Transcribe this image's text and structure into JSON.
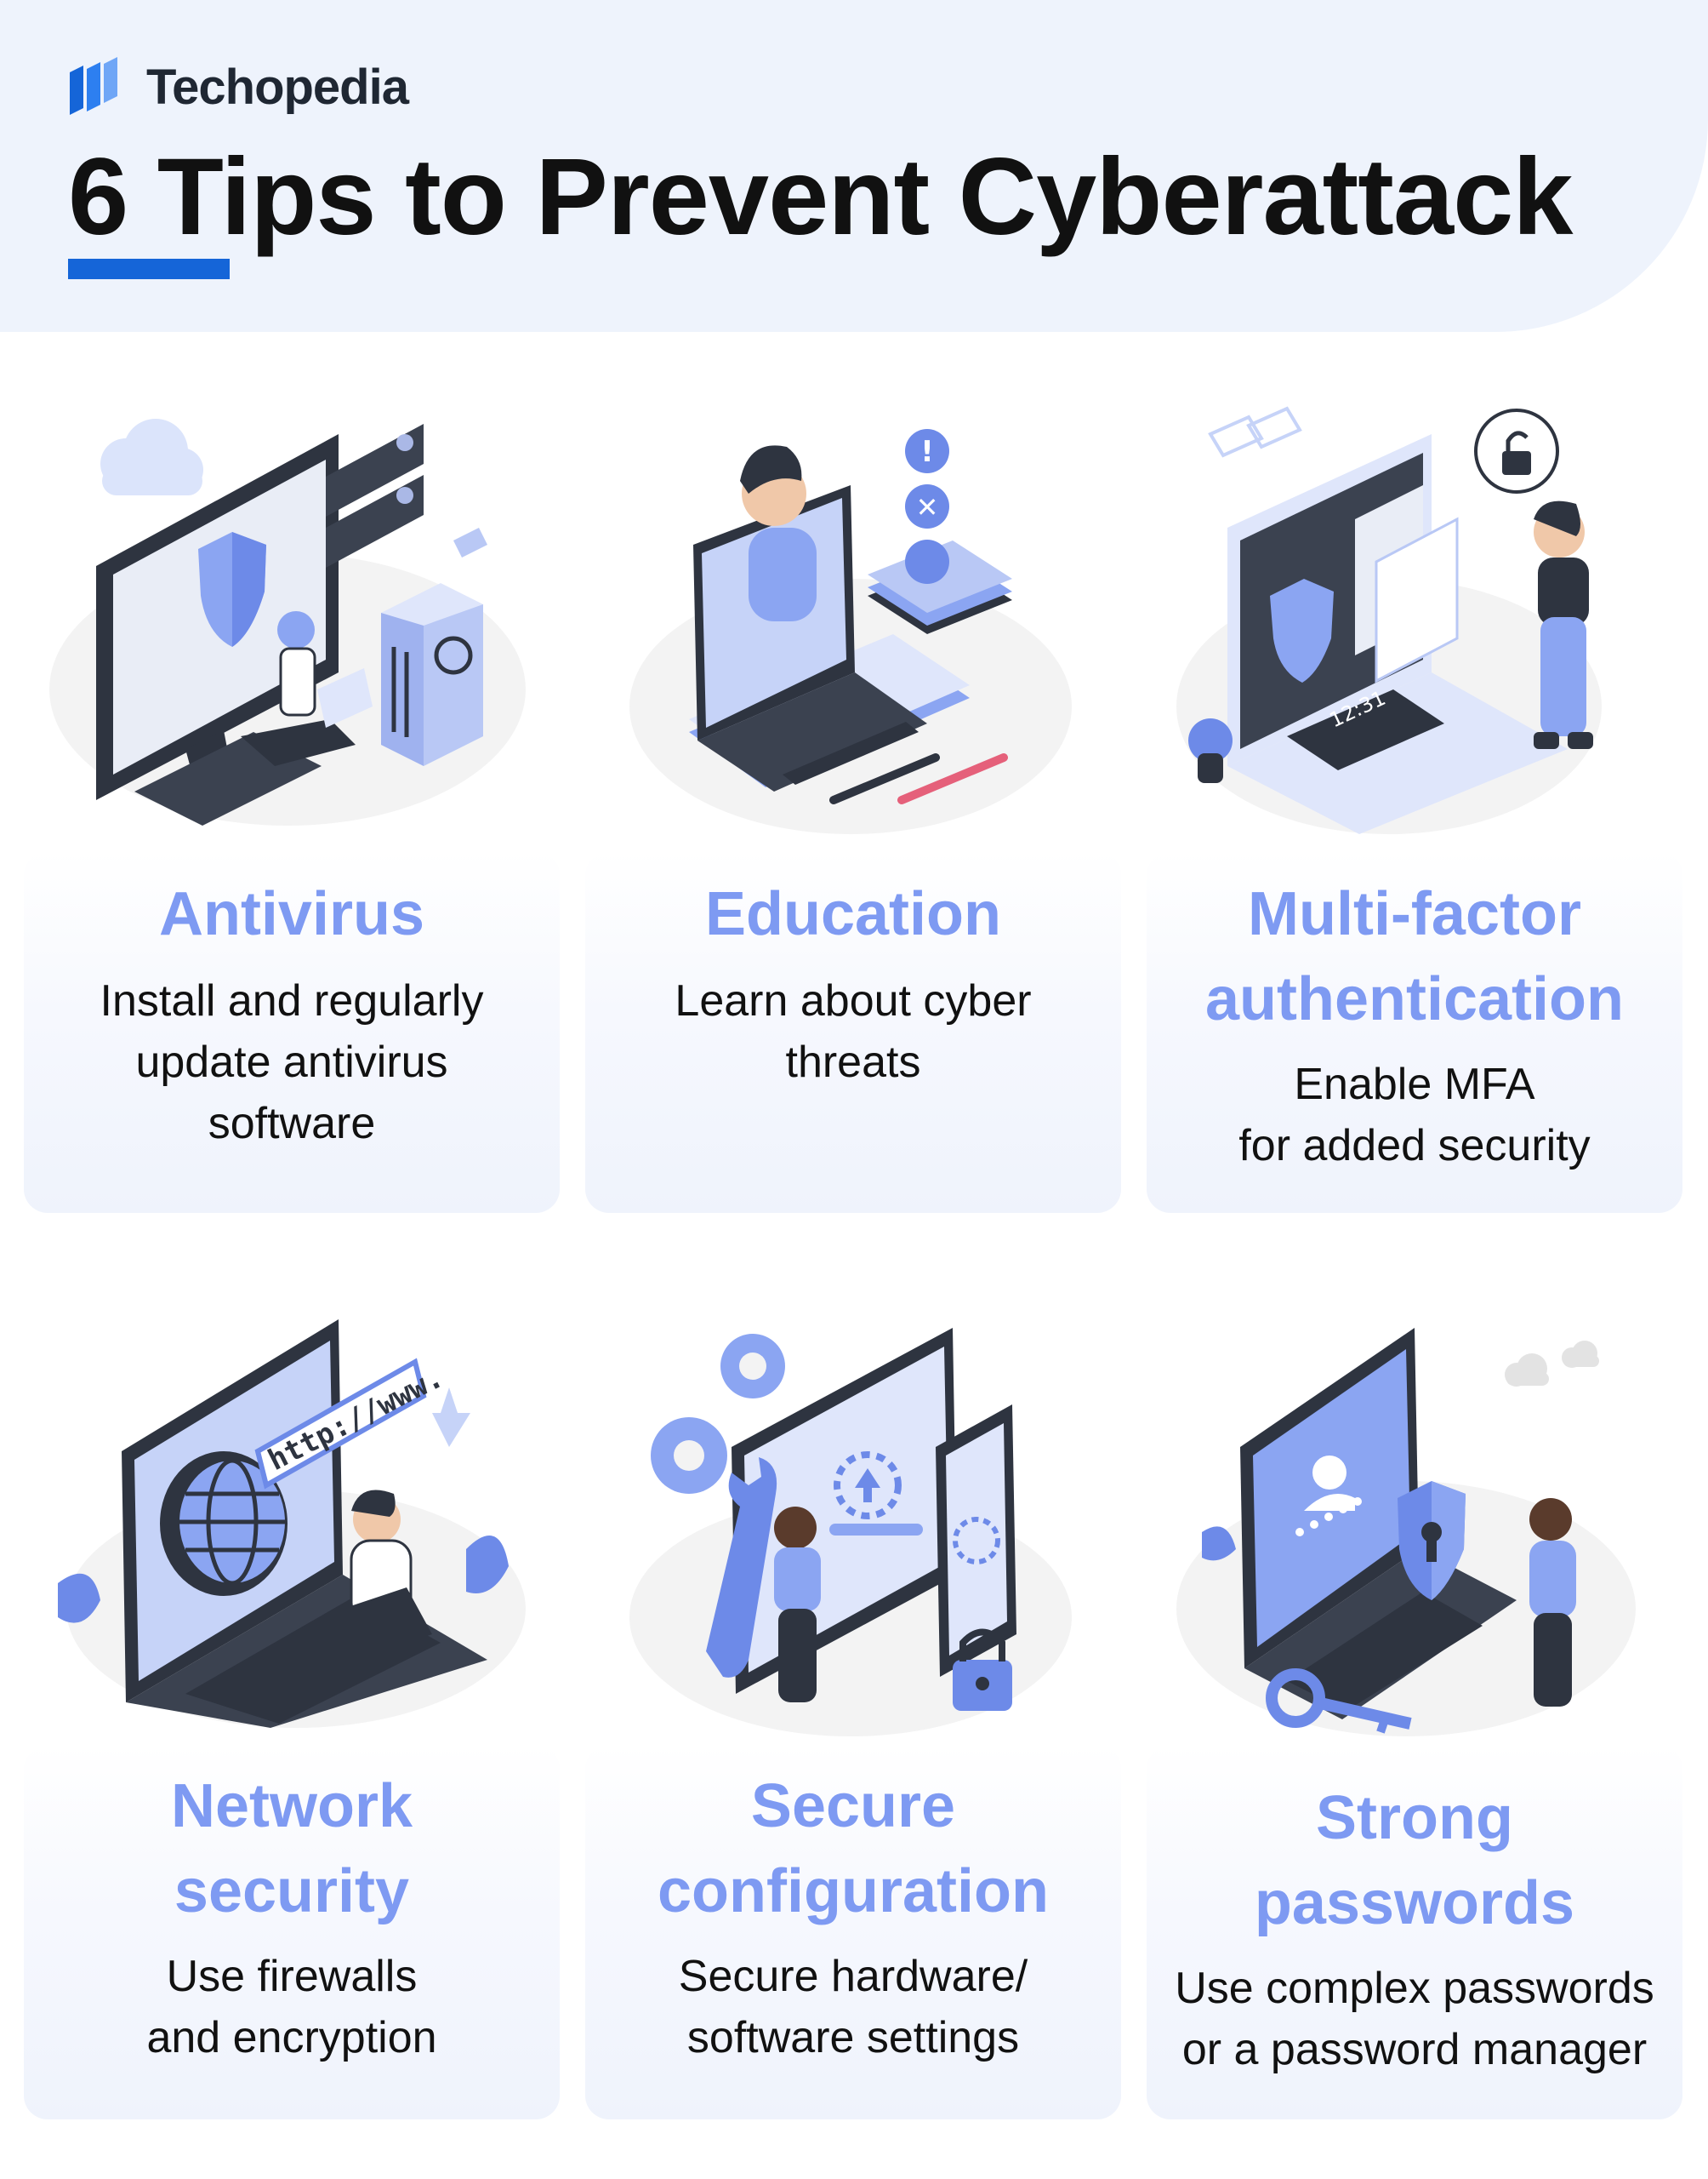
{
  "header": {
    "brand": "Techopedia",
    "title": "6 Tips to Prevent Cyberattack"
  },
  "colors": {
    "accent_blue": "#1565d8",
    "card_title": "#7e9af2",
    "header_bg": "#eef3fc",
    "dark": "#2e3440"
  },
  "tips": [
    {
      "title_lines": [
        "Antivirus"
      ],
      "desc_lines": [
        "Install and regularly",
        "update antivirus",
        "software"
      ],
      "icon": "monitor-shield-illustration"
    },
    {
      "title_lines": [
        "Education"
      ],
      "desc_lines": [
        "Learn about cyber",
        "threats"
      ],
      "icon": "laptop-teacher-illustration"
    },
    {
      "title_lines": [
        "Multi-factor",
        "authentication"
      ],
      "desc_lines": [
        "Enable MFA",
        "for added security"
      ],
      "icon": "mfa-login-illustration"
    },
    {
      "title_lines": [
        "Network",
        "security"
      ],
      "desc_lines": [
        "Use firewalls",
        "and encryption"
      ],
      "icon": "laptop-globe-illustration",
      "screen_text": "http://www."
    },
    {
      "title_lines": [
        "Secure",
        "configuration"
      ],
      "desc_lines": [
        "Secure hardware/",
        "software settings"
      ],
      "icon": "gears-wrench-illustration"
    },
    {
      "title_lines": [
        "Strong",
        "passwords"
      ],
      "desc_lines": [
        "Use complex passwords",
        "or a password manager"
      ],
      "icon": "laptop-key-illustration"
    }
  ]
}
